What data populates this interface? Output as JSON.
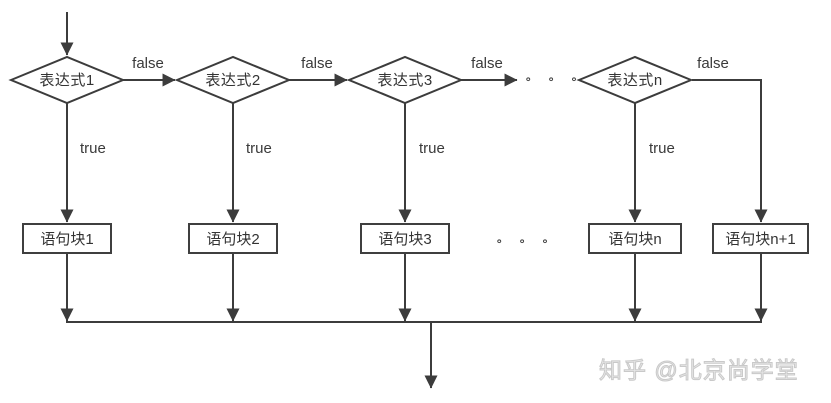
{
  "flowchart": {
    "title_hint": "if / else-if chain flow diagram",
    "decisions": [
      {
        "label": "表达式1",
        "false_label": "false",
        "true_label": "true"
      },
      {
        "label": "表达式2",
        "false_label": "false",
        "true_label": "true"
      },
      {
        "label": "表达式3",
        "false_label": "false",
        "true_label": "true"
      },
      {
        "label": "表达式n",
        "false_label": "false",
        "true_label": "true"
      }
    ],
    "blocks": [
      {
        "label": "语句块1"
      },
      {
        "label": "语句块2"
      },
      {
        "label": "语句块3"
      },
      {
        "label": "语句块n"
      },
      {
        "label": "语句块n+1"
      }
    ],
    "ellipsis_decision_row": "∘ ∘ ∘",
    "ellipsis_block_row": "∘ ∘ ∘",
    "colors": {
      "line": "#3c3c3c",
      "text": "#333333",
      "background": "#ffffff",
      "watermark": "#d9d9d9"
    }
  },
  "watermark": {
    "text": "知乎 @北京尚学堂"
  }
}
